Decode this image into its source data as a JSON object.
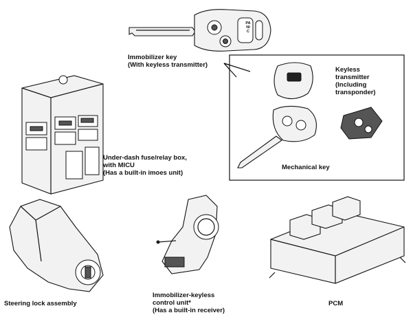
{
  "labels": {
    "immobilizer_key": [
      "Immobilizer key",
      "(With keyless transmitter)"
    ],
    "keyless_transmitter": [
      "Keyless",
      "transmitter",
      "(Including",
      "transponder)"
    ],
    "mechanical_key": [
      "Mechanical key"
    ],
    "fuse_box": [
      "Under-dash fuse/relay box,",
      "with MICU",
      "(Has a built-in imoes unit)"
    ],
    "steering_lock": [
      "Steering lock assembly"
    ],
    "control_unit": [
      "Immobilizer-keyless",
      "control unit*",
      "(Has a built-in receiver)"
    ],
    "pcm": [
      "PCM"
    ]
  },
  "key_panic_text": "PANIC"
}
